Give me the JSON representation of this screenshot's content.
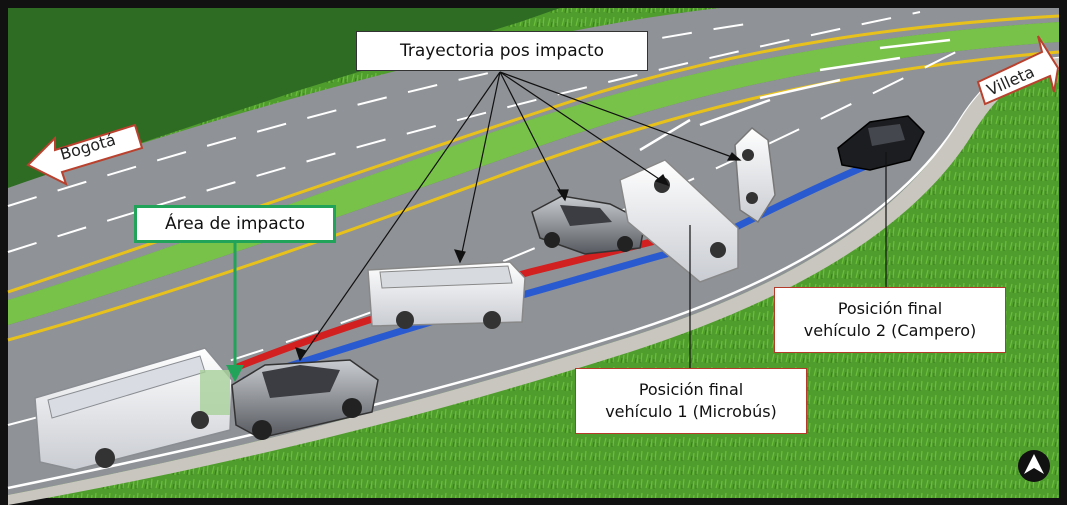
{
  "signs": {
    "west": "Bogotá",
    "east": "Villeta"
  },
  "callouts": {
    "trajectory": "Trayectoria pos impacto",
    "impact_area": "Área de impacto",
    "final_vehicle1_line1": "Posición final",
    "final_vehicle1_line2": "vehículo 1 (Microbús)",
    "final_vehicle2_line1": "Posición final",
    "final_vehicle2_line2": "vehículo 2 (Campero)"
  },
  "colors": {
    "grass": "#4c9a2a",
    "road": "#8f9296",
    "lane_marking": "#ffffff",
    "center_line": "#e8c21a",
    "trajectory_vehicle1": "#d21f1f",
    "trajectory_vehicle2": "#2a5ad0",
    "impact_box_border": "#21a35a",
    "final_box_border": "#b53a2a"
  },
  "icons": {
    "compass": "north-arrow-icon"
  }
}
